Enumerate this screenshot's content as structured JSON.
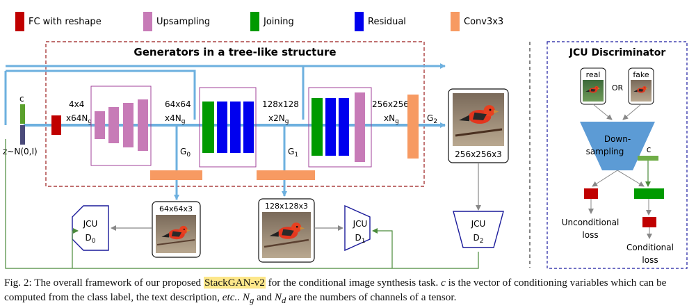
{
  "legend": [
    {
      "label": "FC with reshape",
      "color": "#c00000"
    },
    {
      "label": "Upsampling",
      "color": "#c77bb7"
    },
    {
      "label": "Joining",
      "color": "#009a00"
    },
    {
      "label": "Residual",
      "color": "#0000ee"
    },
    {
      "label": "Conv3x3",
      "color": "#f79a62"
    }
  ],
  "generators_title": "Generators in a tree-like structure",
  "input": {
    "c_label": "c",
    "z_label": "z~N(0,I)"
  },
  "stages": {
    "s1": {
      "size": "4x4",
      "channels_prefix": "x64N",
      "channels_sub": "g"
    },
    "s2": {
      "size": "64x64",
      "channels_prefix": "x4N",
      "channels_sub": "g"
    },
    "s3": {
      "size": "128x128",
      "channels_prefix": "x2N",
      "channels_sub": "g"
    },
    "s4": {
      "size": "256x256",
      "channels_prefix": "xN",
      "channels_sub": "g"
    }
  },
  "outputs": {
    "g0": {
      "letter": "G",
      "sub": "0"
    },
    "g1": {
      "letter": "G",
      "sub": "1"
    },
    "g2": {
      "letter": "G",
      "sub": "2"
    }
  },
  "images": {
    "img64": "64x64x3",
    "img128": "128x128x3",
    "img256": "256x256x3"
  },
  "discriminators": {
    "d0": {
      "name": "JCU",
      "letter": "D",
      "sub": "0"
    },
    "d1": {
      "name": "JCU",
      "letter": "D",
      "sub": "1"
    },
    "d2": {
      "name": "JCU",
      "letter": "D",
      "sub": "2"
    }
  },
  "jcu": {
    "title": "JCU Discriminator",
    "real": "real",
    "or": "OR",
    "fake": "fake",
    "down1": "Down-",
    "down2": "sampling",
    "c": "c",
    "uncond1": "Unconditional",
    "uncond2": "loss",
    "cond1": "Conditional",
    "cond2": "loss"
  },
  "caption": {
    "prefix": "Fig. 2: The overall framework of our proposed ",
    "highlight": "StackGAN-v2",
    "rest1": " for the conditional image synthesis task. ",
    "c_var": "c",
    "rest2": " is the vector of conditioning variables which can be computed from the class label, the text description, ",
    "etc": "etc.",
    "rest3": ". ",
    "ng": "N",
    "ng_sub": "g",
    "and": " and ",
    "nd": "N",
    "nd_sub": "d",
    "rest4": " are the numbers of channels of a tensor."
  }
}
